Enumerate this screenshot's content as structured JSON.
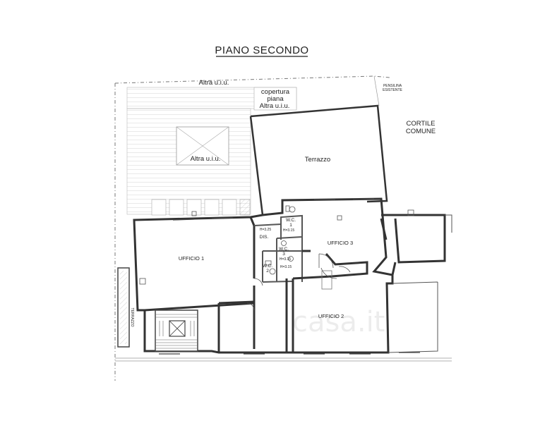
{
  "plan": {
    "title": "PIANO SECONDO",
    "watermark": "casa.it",
    "labels": {
      "altra_top": "Altra u.i.u.",
      "copertura_1": "copertura",
      "copertura_2": "piana",
      "copertura_3": "Altra u.i.u.",
      "pensilina_1": "PENSILINA",
      "pensilina_2": "ESISTENTE",
      "cortile_1": "CORTILE",
      "cortile_2": "COMUNE",
      "altra_mid": "Altra u.i.u.",
      "terrazzo_upper": "Terrazzo",
      "terrazzo_side": "TERRAZZO",
      "ufficio_1": "UFFICIO 1",
      "ufficio_2": "UFFICIO 2",
      "ufficio_3": "UFFICIO 3",
      "wc1_a": "W.C.",
      "wc1_b": "1",
      "wc2_a": "W.C.",
      "wc2_b": "2",
      "wc3_a": "W.C.",
      "wc3_b": "3",
      "dis": "DIS.",
      "h_325": "H=3.25",
      "h_315_a": "H=3.15",
      "h_315_b": "H=3.15",
      "h_315_c": "H=3.15"
    }
  }
}
